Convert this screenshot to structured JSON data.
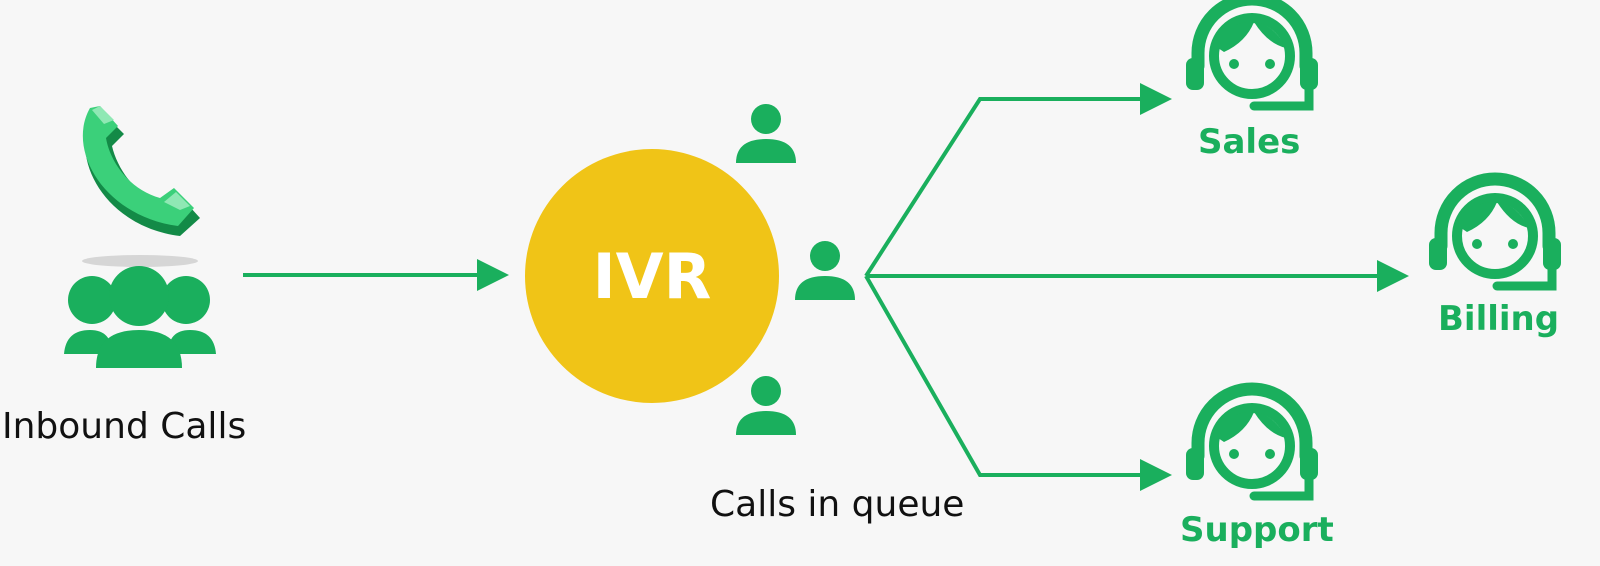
{
  "colors": {
    "background": "#f7f7f7",
    "green": "#1aaf5d",
    "dark_green": "#138a47",
    "light_green": "#3bd07a",
    "ivr_yellow": "#f0c417",
    "text_dark": "#111111"
  },
  "diagram": {
    "source_label": "Inbound Calls",
    "ivr_label": "IVR",
    "queue_label": "Calls in queue",
    "destinations": [
      {
        "label": "Sales",
        "icon": "headset-agent-icon"
      },
      {
        "label": "Billing",
        "icon": "headset-agent-icon"
      },
      {
        "label": "Support",
        "icon": "headset-agent-icon"
      }
    ],
    "icons": {
      "source": [
        "phone-icon",
        "group-of-people-icon"
      ],
      "queue": "person-icon"
    }
  }
}
